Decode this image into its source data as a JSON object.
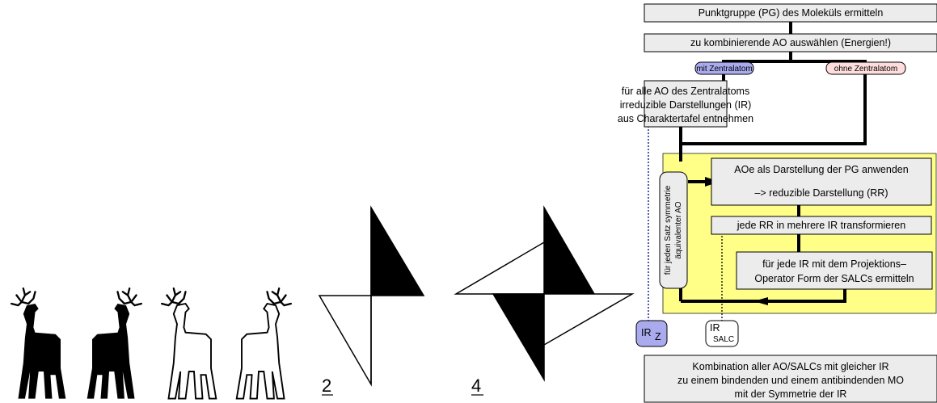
{
  "figure_numbers": {
    "n2": "2",
    "n4": "4"
  },
  "flowchart": {
    "step_pg": "Punktgruppe (PG) des Moleküls ermitteln",
    "step_ao": "zu kombinierende AO auswählen (Energien!)",
    "branch_with": "mit Zentralatom",
    "branch_without": "ohne Zentralatom",
    "central_box": [
      "für alle AO des Zentralatoms",
      "irreduzible Darstellungen (IR)",
      "aus Charaktertafel entnehmen"
    ],
    "loop_label": [
      "für jeden Satz symmetrie",
      "äquivalenter AO"
    ],
    "apply_box": [
      "AOe als Darstellung der PG anwenden",
      "–> reduzible Darstellung (RR)"
    ],
    "transform_box": "jede RR in mehrere IR transformieren",
    "projection_box": [
      "für jede IR mit dem Projektions–",
      "Operator Form der SALCs ermitteln"
    ],
    "ir_z": {
      "main": "IR",
      "sub": "Z"
    },
    "ir_salc": {
      "main": "IR",
      "sub": "SALC"
    },
    "final_box": [
      "Kombination aller AO/SALCs mit gleicher IR",
      "zu einem bindenden und einem antibindenden MO",
      "mit der Symmetrie der IR"
    ]
  },
  "colors": {
    "box_fill": "#ececec",
    "yellow_area": "#ffff88",
    "branch_with_fill": "#aaaaee",
    "branch_without_fill": "#ffdddd",
    "ir_z_fill": "#aaaaee",
    "dotted_blue": "#000080"
  }
}
